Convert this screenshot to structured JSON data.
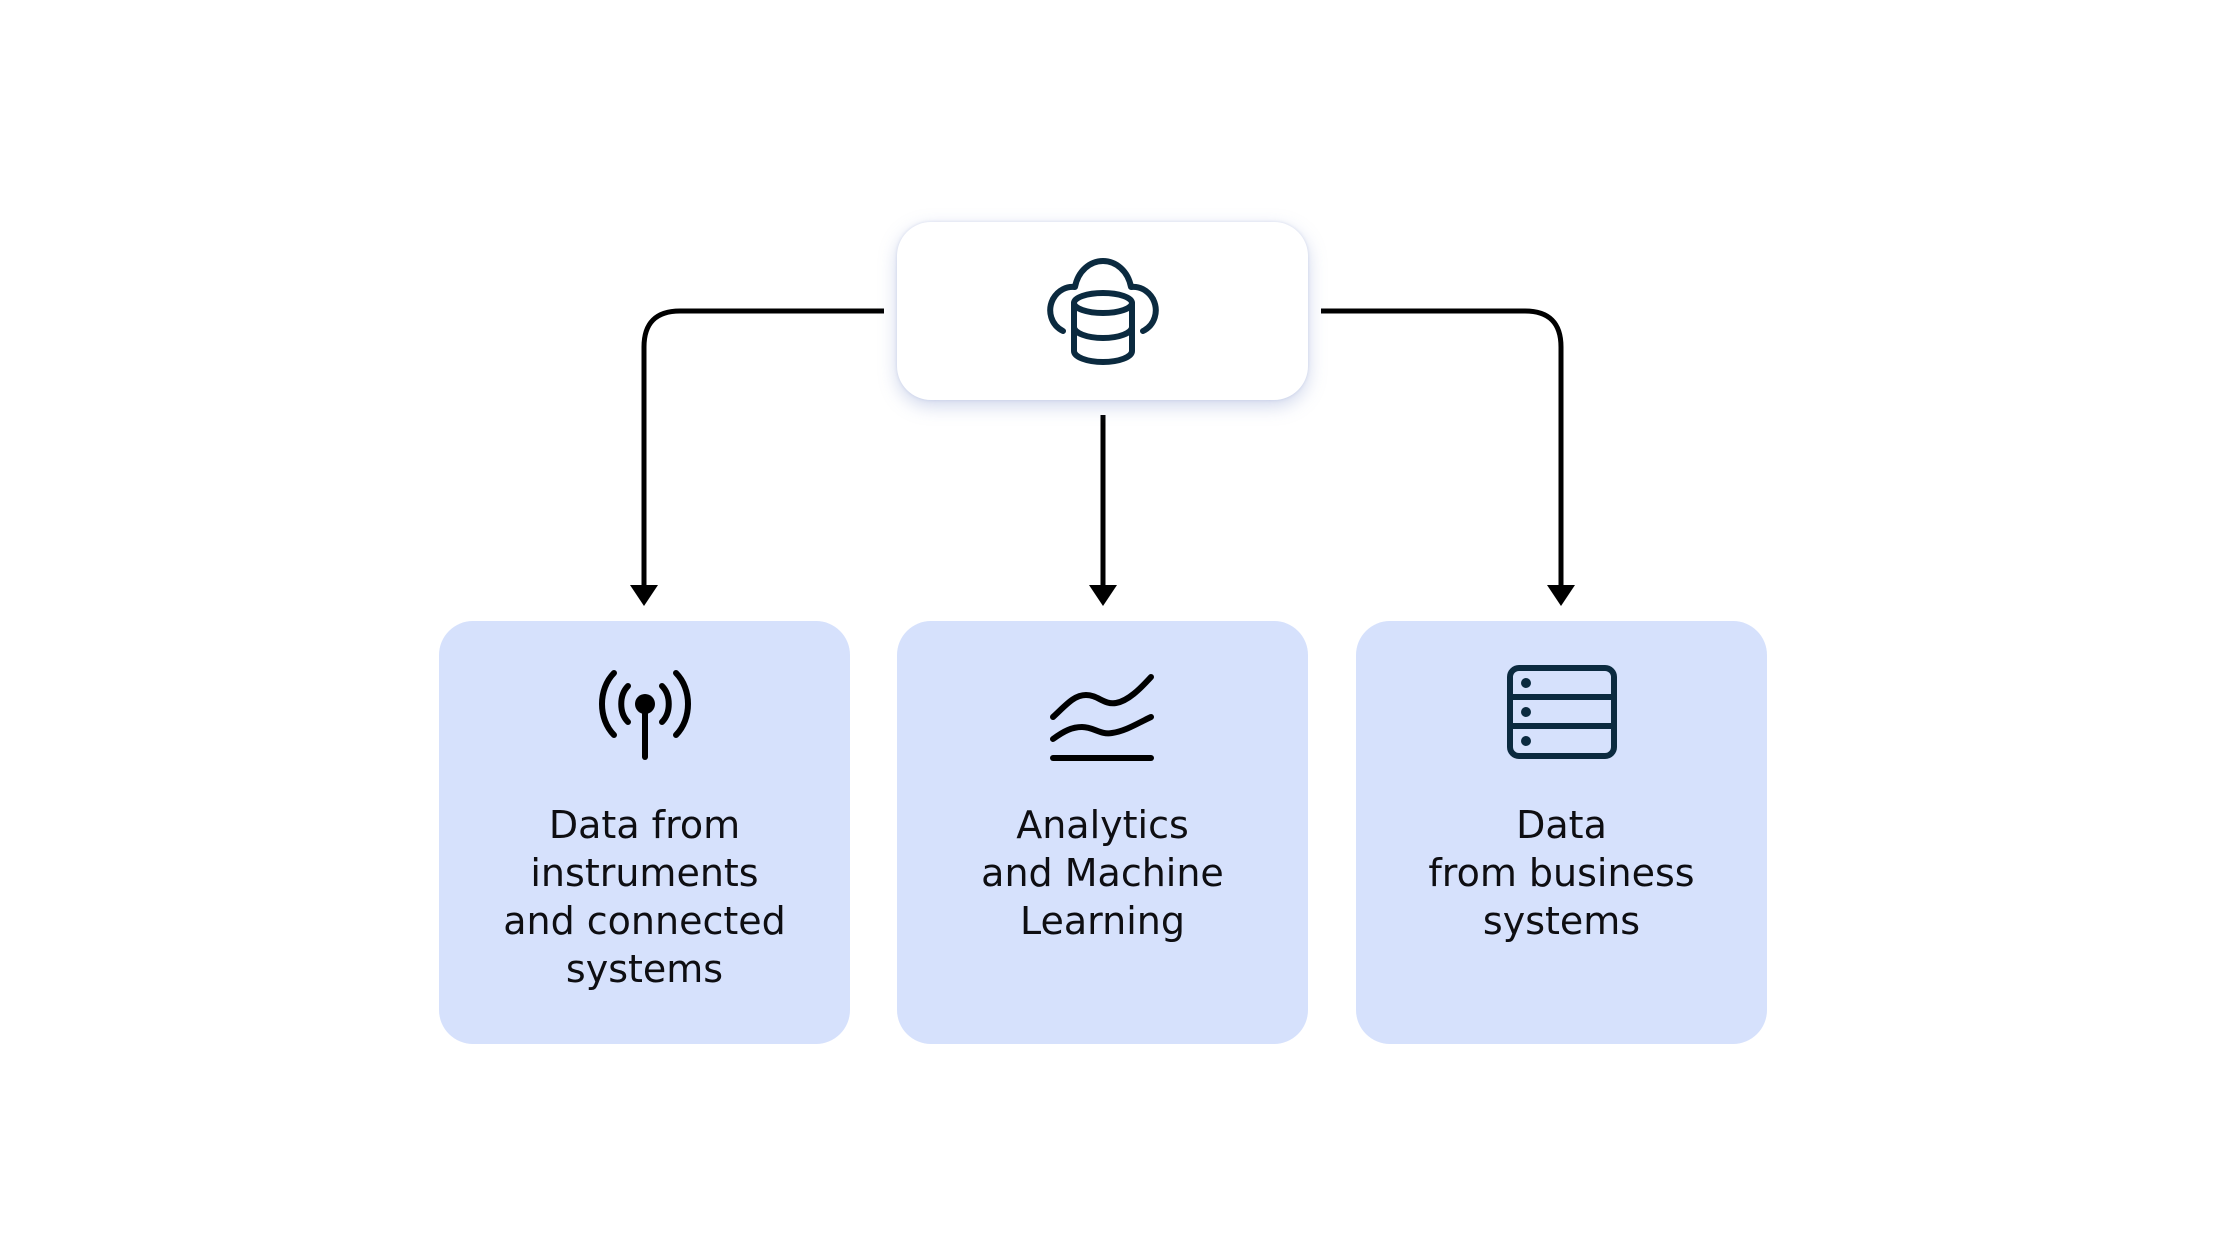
{
  "hub": {
    "icon": "cloud-database-icon"
  },
  "cards": [
    {
      "icon": "antenna-signal-icon",
      "label": "Data from\ninstruments\nand connected\nsystems"
    },
    {
      "icon": "line-chart-icon",
      "label": "Analytics\nand Machine\nLearning"
    },
    {
      "icon": "server-rack-icon",
      "label": "Data\nfrom business\nsystems"
    }
  ],
  "colors": {
    "card_background": "#d6e1fc",
    "icon_dark": "#0b2a3f",
    "connector": "#000000"
  }
}
